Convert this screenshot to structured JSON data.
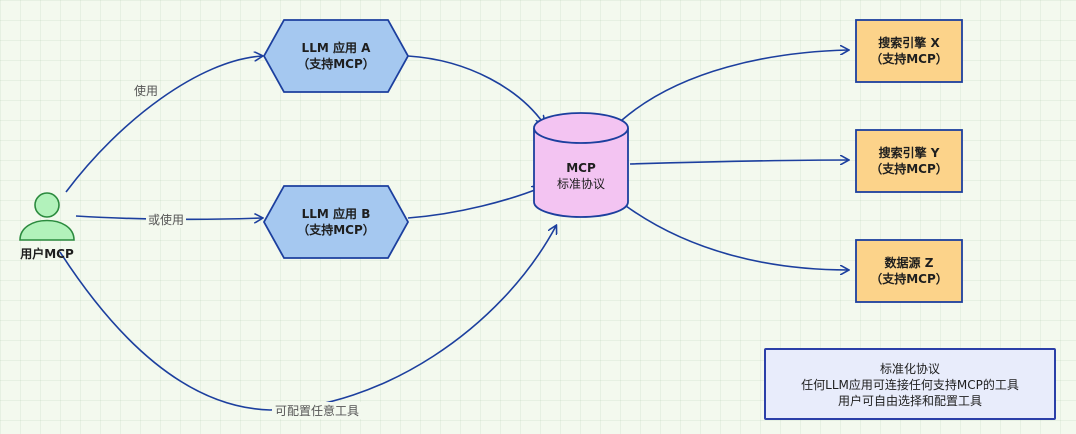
{
  "nodes": {
    "user": {
      "label": "用户MCP",
      "fill": "#b2f2bb",
      "stroke": "#2b8a3e"
    },
    "llm_a": {
      "line1": "LLM 应用 A",
      "line2": "（支持MCP）",
      "fill": "#a5c8f0",
      "stroke": "#1c3f9e"
    },
    "llm_b": {
      "line1": "LLM 应用 B",
      "line2": "（支持MCP）",
      "fill": "#a5c8f0",
      "stroke": "#1c3f9e"
    },
    "mcp": {
      "line1": "MCP",
      "line2": "标准协议",
      "fill": "#f3c4f2",
      "stroke": "#1c3f9e"
    },
    "search_x": {
      "line1": "搜索引擎 X",
      "line2": "（支持MCP）",
      "fill": "#fcd38a",
      "stroke": "#1c3f9e"
    },
    "search_y": {
      "line1": "搜索引擎 Y",
      "line2": "（支持MCP）",
      "fill": "#fcd38a",
      "stroke": "#1c3f9e"
    },
    "data_z": {
      "line1": "数据源 Z",
      "line2": "（支持MCP）",
      "fill": "#fcd38a",
      "stroke": "#1c3f9e"
    }
  },
  "edges": {
    "use": "使用",
    "or_use": "或使用",
    "configure": "可配置任意工具"
  },
  "note": {
    "line1": "标准化协议",
    "line2": "任何LLM应用可连接任何支持MCP的工具",
    "line3": "用户可自由选择和配置工具"
  },
  "colors": {
    "arrow": "#1c3f9e",
    "background": "#f3f9ee"
  }
}
